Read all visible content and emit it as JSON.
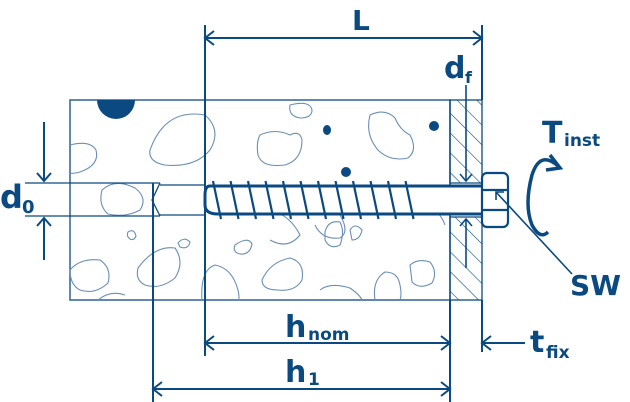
{
  "diagram": {
    "title": "Concrete screw anchor installation dimensions",
    "colors": {
      "primary": "#0b4a80",
      "concrete_outline": "#3a6a9a",
      "aggregate": "#6b8fb5",
      "background": "#ffffff"
    },
    "labels": {
      "L": {
        "main": "L",
        "sub": ""
      },
      "df": {
        "main": "d",
        "sub": "f"
      },
      "d0": {
        "main": "d",
        "sub": "0"
      },
      "tinst": {
        "main": "T",
        "sub": "inst"
      },
      "sw": {
        "main": "SW",
        "sub": ""
      },
      "hnom": {
        "main": "h",
        "sub": "nom"
      },
      "h1": {
        "main": "h",
        "sub": "1"
      },
      "tfix": {
        "main": "t",
        "sub": "fix"
      }
    },
    "components": [
      "concrete-base-material",
      "fixture-plate",
      "concrete-screw",
      "hex-head",
      "drilled-hole"
    ]
  }
}
